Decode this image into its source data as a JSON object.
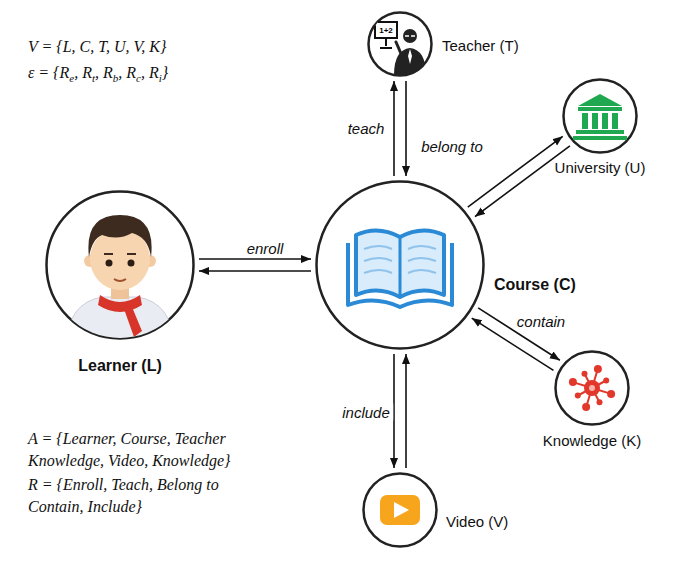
{
  "diagram": {
    "nodes": [
      {
        "text": [
          "Teacher (T)"
        ]
      },
      {
        "text": [
          "University (U)"
        ]
      },
      {
        "text": [
          "Learner (L)"
        ]
      },
      {
        "text": [
          "Course (C)"
        ]
      },
      {
        "text": [
          "Knowledge (K)"
        ]
      },
      {
        "text": [
          "Video (V)"
        ]
      }
    ],
    "edges": [
      {
        "from": 2,
        "to": 3,
        "label": "enroll",
        "arrow": "to"
      },
      {
        "from": 3,
        "to": 2,
        "arrow": "to"
      },
      {
        "from": 3,
        "to": 0,
        "label": "teach",
        "arrow": "to"
      },
      {
        "from": 0,
        "to": 3,
        "arrow": "to"
      },
      {
        "from": 3,
        "to": 1,
        "label": "belong to",
        "arrow": "to"
      },
      {
        "from": 1,
        "to": 3,
        "arrow": "to"
      },
      {
        "from": 3,
        "to": 4,
        "label": "contain",
        "arrow": "to"
      },
      {
        "from": 4,
        "to": 3,
        "arrow": "to"
      },
      {
        "from": 3,
        "to": 5,
        "label": "include",
        "arrow": "to"
      },
      {
        "from": 5,
        "to": 3,
        "arrow": "to"
      }
    ],
    "labels": [
      "V = {L, C, T, U, V, K}",
      "ε = {Re, Rt, Rb, Rc, Ri}",
      "A = {Learner, Course, Teacher Knowledge, Video, Knowledge}",
      "R = {Enroll, Teach, Belong to Contain, Include}",
      "1+2"
    ]
  }
}
